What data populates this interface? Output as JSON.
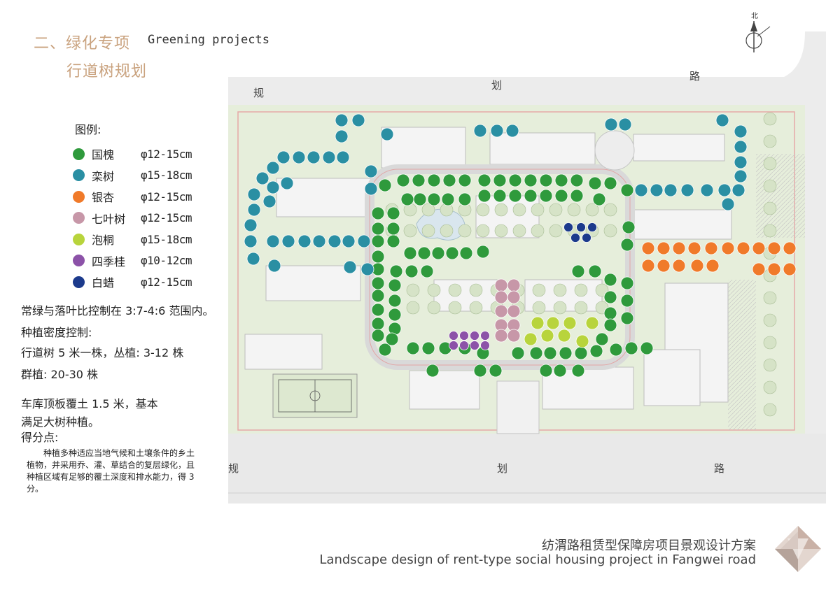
{
  "header": {
    "title_cn": "二、绿化专项",
    "title_en": "Greening projects",
    "subtitle": "行道树规划"
  },
  "compass": {
    "north": "北"
  },
  "legend": {
    "title": "图例:",
    "items": [
      {
        "name": "国槐",
        "size": "φ12-15cm",
        "color": "#2f9a3c"
      },
      {
        "name": "栾树",
        "size": "φ15-18cm",
        "color": "#2a8fa3"
      },
      {
        "name": "银杏",
        "size": "φ12-15cm",
        "color": "#f07a2a"
      },
      {
        "name": "七叶树",
        "size": "φ12-15cm",
        "color": "#c797a8"
      },
      {
        "name": "泡桐",
        "size": "φ15-18cm",
        "color": "#b8d43c"
      },
      {
        "name": "四季桂",
        "size": "φ10-12cm",
        "color": "#8c52a8"
      },
      {
        "name": "白蜡",
        "size": "φ12-15cm",
        "color": "#1c3a8c"
      }
    ]
  },
  "notes": {
    "ratio": "常绿与落叶比控制在 3:7-4:6 范围内。",
    "density_title": "种植密度控制:",
    "density_1": "行道树 5 米一株，丛植: 3-12 株",
    "density_2": "群植: 20-30 株",
    "soil_1": "车库顶板覆土 1.5 米，基本",
    "soil_2": "满足大树种植。",
    "score_title": "得分点:",
    "score_text": "种植多种适应当地气候和土壤条件的乡土植物，并采用乔、灌、草结合的复层绿化，且种植区域有足够的覆土深度和排水能力，得 3 分。"
  },
  "map": {
    "road_top": [
      "规",
      "划",
      "路"
    ],
    "road_bottom": [
      "规",
      "划",
      "路"
    ],
    "trees": {
      "guohuai": [
        [
          550,
          265
        ],
        [
          576,
          258
        ],
        [
          598,
          258
        ],
        [
          620,
          258
        ],
        [
          642,
          258
        ],
        [
          664,
          258
        ],
        [
          692,
          258
        ],
        [
          714,
          258
        ],
        [
          736,
          258
        ],
        [
          758,
          258
        ],
        [
          780,
          258
        ],
        [
          802,
          258
        ],
        [
          824,
          258
        ],
        [
          850,
          262
        ],
        [
          872,
          262
        ],
        [
          896,
          272
        ],
        [
          582,
          285
        ],
        [
          600,
          285
        ],
        [
          620,
          285
        ],
        [
          640,
          285
        ],
        [
          664,
          285
        ],
        [
          692,
          280
        ],
        [
          714,
          280
        ],
        [
          736,
          280
        ],
        [
          758,
          280
        ],
        [
          780,
          280
        ],
        [
          802,
          280
        ],
        [
          824,
          280
        ],
        [
          856,
          285
        ],
        [
          540,
          305
        ],
        [
          540,
          327
        ],
        [
          562,
          305
        ],
        [
          562,
          327
        ],
        [
          562,
          345
        ],
        [
          540,
          345
        ],
        [
          540,
          367
        ],
        [
          540,
          385
        ],
        [
          540,
          405
        ],
        [
          540,
          423
        ],
        [
          540,
          443
        ],
        [
          540,
          463
        ],
        [
          540,
          480
        ],
        [
          586,
          362
        ],
        [
          606,
          362
        ],
        [
          626,
          362
        ],
        [
          646,
          362
        ],
        [
          666,
          362
        ],
        [
          690,
          360
        ],
        [
          566,
          388
        ],
        [
          588,
          388
        ],
        [
          610,
          388
        ],
        [
          564,
          408
        ],
        [
          564,
          430
        ],
        [
          564,
          450
        ],
        [
          564,
          470
        ],
        [
          560,
          485
        ],
        [
          550,
          500
        ],
        [
          590,
          498
        ],
        [
          612,
          498
        ],
        [
          636,
          498
        ],
        [
          664,
          498
        ],
        [
          690,
          505
        ],
        [
          618,
          530
        ],
        [
          686,
          530
        ],
        [
          708,
          530
        ],
        [
          826,
          388
        ],
        [
          850,
          388
        ],
        [
          872,
          400
        ],
        [
          872,
          425
        ],
        [
          872,
          448
        ],
        [
          872,
          465
        ],
        [
          860,
          485
        ],
        [
          852,
          502
        ],
        [
          830,
          505
        ],
        [
          808,
          505
        ],
        [
          786,
          505
        ],
        [
          766,
          505
        ],
        [
          740,
          505
        ],
        [
          898,
          325
        ],
        [
          896,
          350
        ],
        [
          896,
          405
        ],
        [
          896,
          430
        ],
        [
          896,
          455
        ],
        [
          880,
          500
        ],
        [
          902,
          498
        ],
        [
          924,
          498
        ],
        [
          780,
          530
        ],
        [
          800,
          530
        ],
        [
          826,
          530
        ]
      ],
      "luanshu": [
        [
          488,
          172
        ],
        [
          512,
          172
        ],
        [
          488,
          195
        ],
        [
          490,
          225
        ],
        [
          470,
          225
        ],
        [
          448,
          225
        ],
        [
          427,
          225
        ],
        [
          405,
          225
        ],
        [
          390,
          240
        ],
        [
          375,
          255
        ],
        [
          410,
          262
        ],
        [
          390,
          268
        ],
        [
          363,
          278
        ],
        [
          385,
          288
        ],
        [
          363,
          300
        ],
        [
          358,
          322
        ],
        [
          358,
          345
        ],
        [
          362,
          370
        ],
        [
          390,
          345
        ],
        [
          412,
          345
        ],
        [
          435,
          345
        ],
        [
          456,
          345
        ],
        [
          478,
          345
        ],
        [
          498,
          345
        ],
        [
          520,
          345
        ],
        [
          500,
          382
        ],
        [
          525,
          385
        ],
        [
          392,
          380
        ],
        [
          530,
          245
        ],
        [
          530,
          270
        ],
        [
          553,
          192
        ],
        [
          686,
          187
        ],
        [
          710,
          187
        ],
        [
          732,
          187
        ],
        [
          873,
          178
        ],
        [
          893,
          178
        ],
        [
          1032,
          172
        ],
        [
          1058,
          188
        ],
        [
          1058,
          210
        ],
        [
          1058,
          232
        ],
        [
          1058,
          252
        ],
        [
          1055,
          272
        ],
        [
          1040,
          292
        ],
        [
          1035,
          272
        ],
        [
          1010,
          272
        ],
        [
          982,
          272
        ],
        [
          958,
          272
        ],
        [
          938,
          272
        ],
        [
          916,
          272
        ]
      ],
      "yinxing": [
        [
          926,
          355
        ],
        [
          948,
          355
        ],
        [
          970,
          355
        ],
        [
          992,
          355
        ],
        [
          1016,
          355
        ],
        [
          1040,
          355
        ],
        [
          1062,
          355
        ],
        [
          1084,
          355
        ],
        [
          1106,
          355
        ],
        [
          1128,
          355
        ],
        [
          926,
          380
        ],
        [
          948,
          380
        ],
        [
          970,
          380
        ],
        [
          996,
          380
        ],
        [
          1018,
          380
        ],
        [
          1084,
          385
        ],
        [
          1106,
          385
        ],
        [
          1128,
          385
        ]
      ],
      "qiyeshu": [
        [
          716,
          408
        ],
        [
          734,
          408
        ],
        [
          716,
          425
        ],
        [
          734,
          425
        ],
        [
          716,
          445
        ],
        [
          734,
          445
        ],
        [
          716,
          465
        ],
        [
          734,
          465
        ],
        [
          716,
          480
        ],
        [
          734,
          480
        ]
      ],
      "paotong": [
        [
          768,
          462
        ],
        [
          790,
          462
        ],
        [
          814,
          462
        ],
        [
          846,
          462
        ],
        [
          758,
          485
        ],
        [
          782,
          480
        ],
        [
          806,
          480
        ],
        [
          832,
          488
        ]
      ],
      "sijigui": [
        [
          648,
          480
        ],
        [
          663,
          480
        ],
        [
          678,
          480
        ],
        [
          693,
          480
        ],
        [
          648,
          494
        ],
        [
          663,
          494
        ],
        [
          678,
          494
        ],
        [
          693,
          494
        ]
      ],
      "baila": [
        [
          812,
          325
        ],
        [
          830,
          325
        ],
        [
          846,
          325
        ],
        [
          822,
          340
        ],
        [
          838,
          340
        ]
      ]
    }
  },
  "footer": {
    "cn": "纺渭路租赁型保障房项目景观设计方案",
    "en": "Landscape design of rent-type social housing project in Fangwei road"
  }
}
